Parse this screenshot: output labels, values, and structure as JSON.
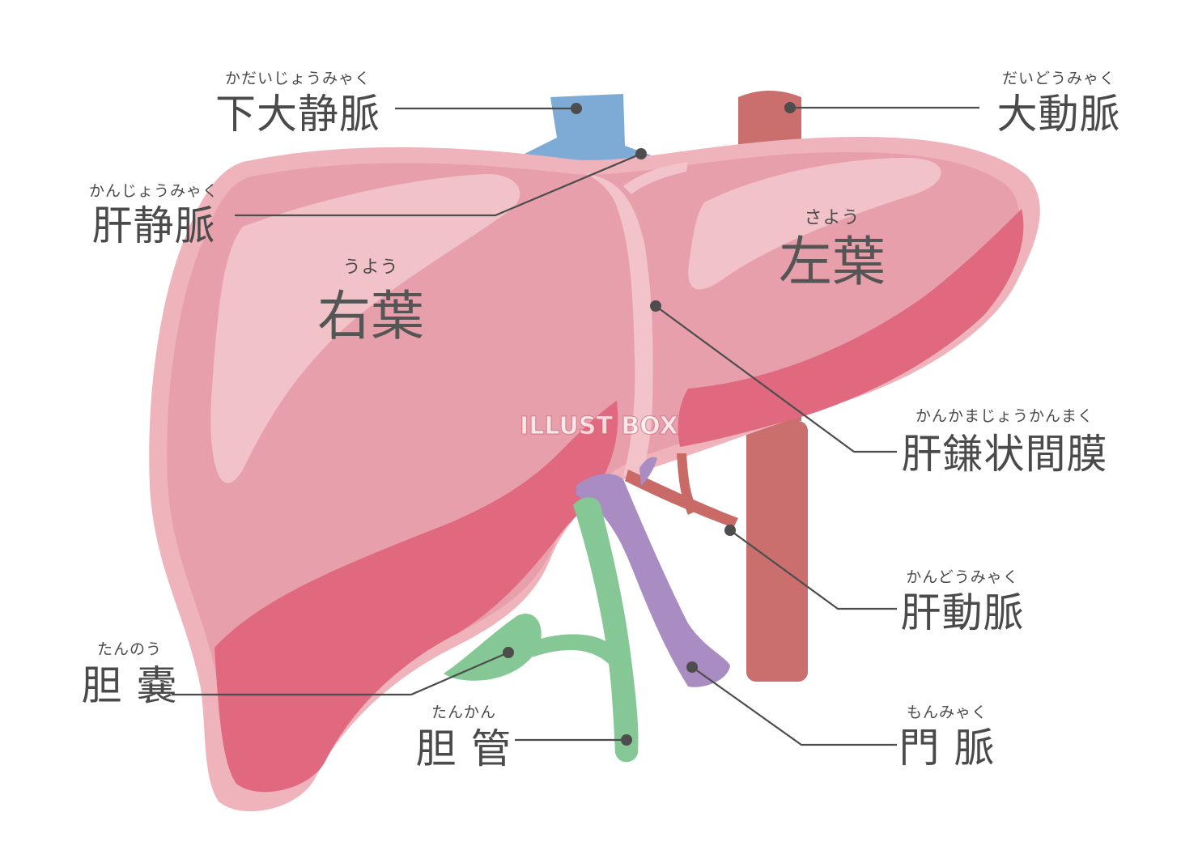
{
  "colors": {
    "liver_base": "#e7a0ab",
    "liver_outline": "#efb3bb",
    "liver_shadow": "#e0687f",
    "liver_highlight": "#f1c3c8",
    "ivc": "#7dabd6",
    "aorta": "#cb6e6e",
    "hepatic_artery": "#c96a66",
    "portal_vein": "#a98cc2",
    "bile": "#86c895",
    "text": "#4a4a4a",
    "leader": "#4d4d4d"
  },
  "lobes": {
    "right": {
      "label": "右葉",
      "ruby": "うよう"
    },
    "left": {
      "label": "左葉",
      "ruby": "さよう"
    }
  },
  "labels": {
    "ivc": {
      "label": "下大静脈",
      "ruby": "かだいじょうみゃく"
    },
    "aorta": {
      "label": "大動脈",
      "ruby": "だいどうみゃく"
    },
    "hepatic_vein": {
      "label": "肝静脈",
      "ruby": "かんじょうみゃく"
    },
    "falciform_ligament": {
      "label": "肝鎌状間膜",
      "ruby": "かんかまじょうかんまく"
    },
    "hepatic_artery": {
      "label": "肝動脈",
      "ruby": "かんどうみゃく"
    },
    "gallbladder": {
      "label": "胆 嚢",
      "ruby": "たんのう"
    },
    "bile_duct": {
      "label": "胆 管",
      "ruby": "たんかん"
    },
    "portal_vein": {
      "label": "門 脈",
      "ruby": "もんみゃく"
    }
  },
  "watermark": "ILLUST BOX"
}
